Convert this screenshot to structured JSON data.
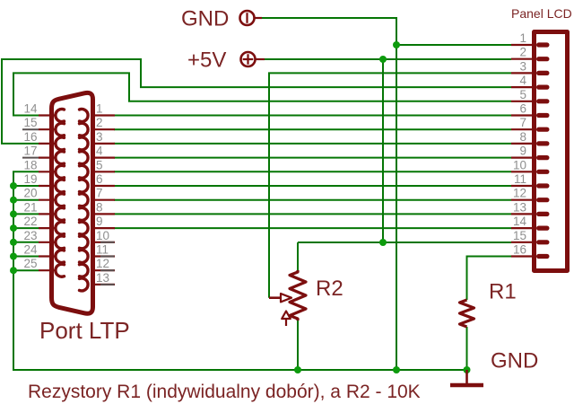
{
  "diagram": {
    "type": "electronic-schematic",
    "caption": "Rezystory R1 (indywidualny dobór), a R2 - 10K",
    "power": {
      "gnd_top": "GND",
      "vcc": "+5V",
      "gnd_bottom": "GND"
    },
    "lcd": {
      "title": "Panel LCD",
      "pins": [
        "1",
        "2",
        "3",
        "4",
        "5",
        "6",
        "7",
        "8",
        "9",
        "10",
        "11",
        "12",
        "13",
        "14",
        "15",
        "16"
      ]
    },
    "lpt": {
      "title": "Port LTP",
      "left_pins": [
        "14",
        "15",
        "16",
        "17",
        "18",
        "19",
        "20",
        "21",
        "22",
        "23",
        "24",
        "25"
      ],
      "right_pins": [
        "1",
        "2",
        "3",
        "4",
        "5",
        "6",
        "7",
        "8",
        "9",
        "10",
        "11",
        "12",
        "13"
      ]
    },
    "resistors": {
      "r1": "R1",
      "r2": "R2"
    },
    "connections": [
      "GND port -> LCD pin 1 and ground bus",
      "LPT pins 18-25 -> ground bus",
      "+5V port -> LCD pin 2, LCD pin 15, R2 top",
      "R2 wiper -> LCD pin 3",
      "LPT pin 16 -> LCD pin 4",
      "LPT pin 14 -> LCD pin 5",
      "LPT pin 1 -> LCD pin 6",
      "LPT pin 2 -> LCD pin 7",
      "LPT pin 3 -> LCD pin 8",
      "LPT pin 4 -> LCD pin 9",
      "LPT pin 5 -> LCD pin 10",
      "LPT pin 6 -> LCD pin 11",
      "LPT pin 7 -> LCD pin 12",
      "LPT pin 8 -> LCD pin 13",
      "LPT pin 9 -> LCD pin 14",
      "LCD pin 16 -> R1 -> GND"
    ],
    "colors": {
      "wire": "#057605",
      "junction": "#0d9b0d",
      "outline": "#7c0e0e",
      "label_text": "#7b2424",
      "pin_text": "#8f8f8f",
      "stub_gray": "#5a5252"
    }
  }
}
